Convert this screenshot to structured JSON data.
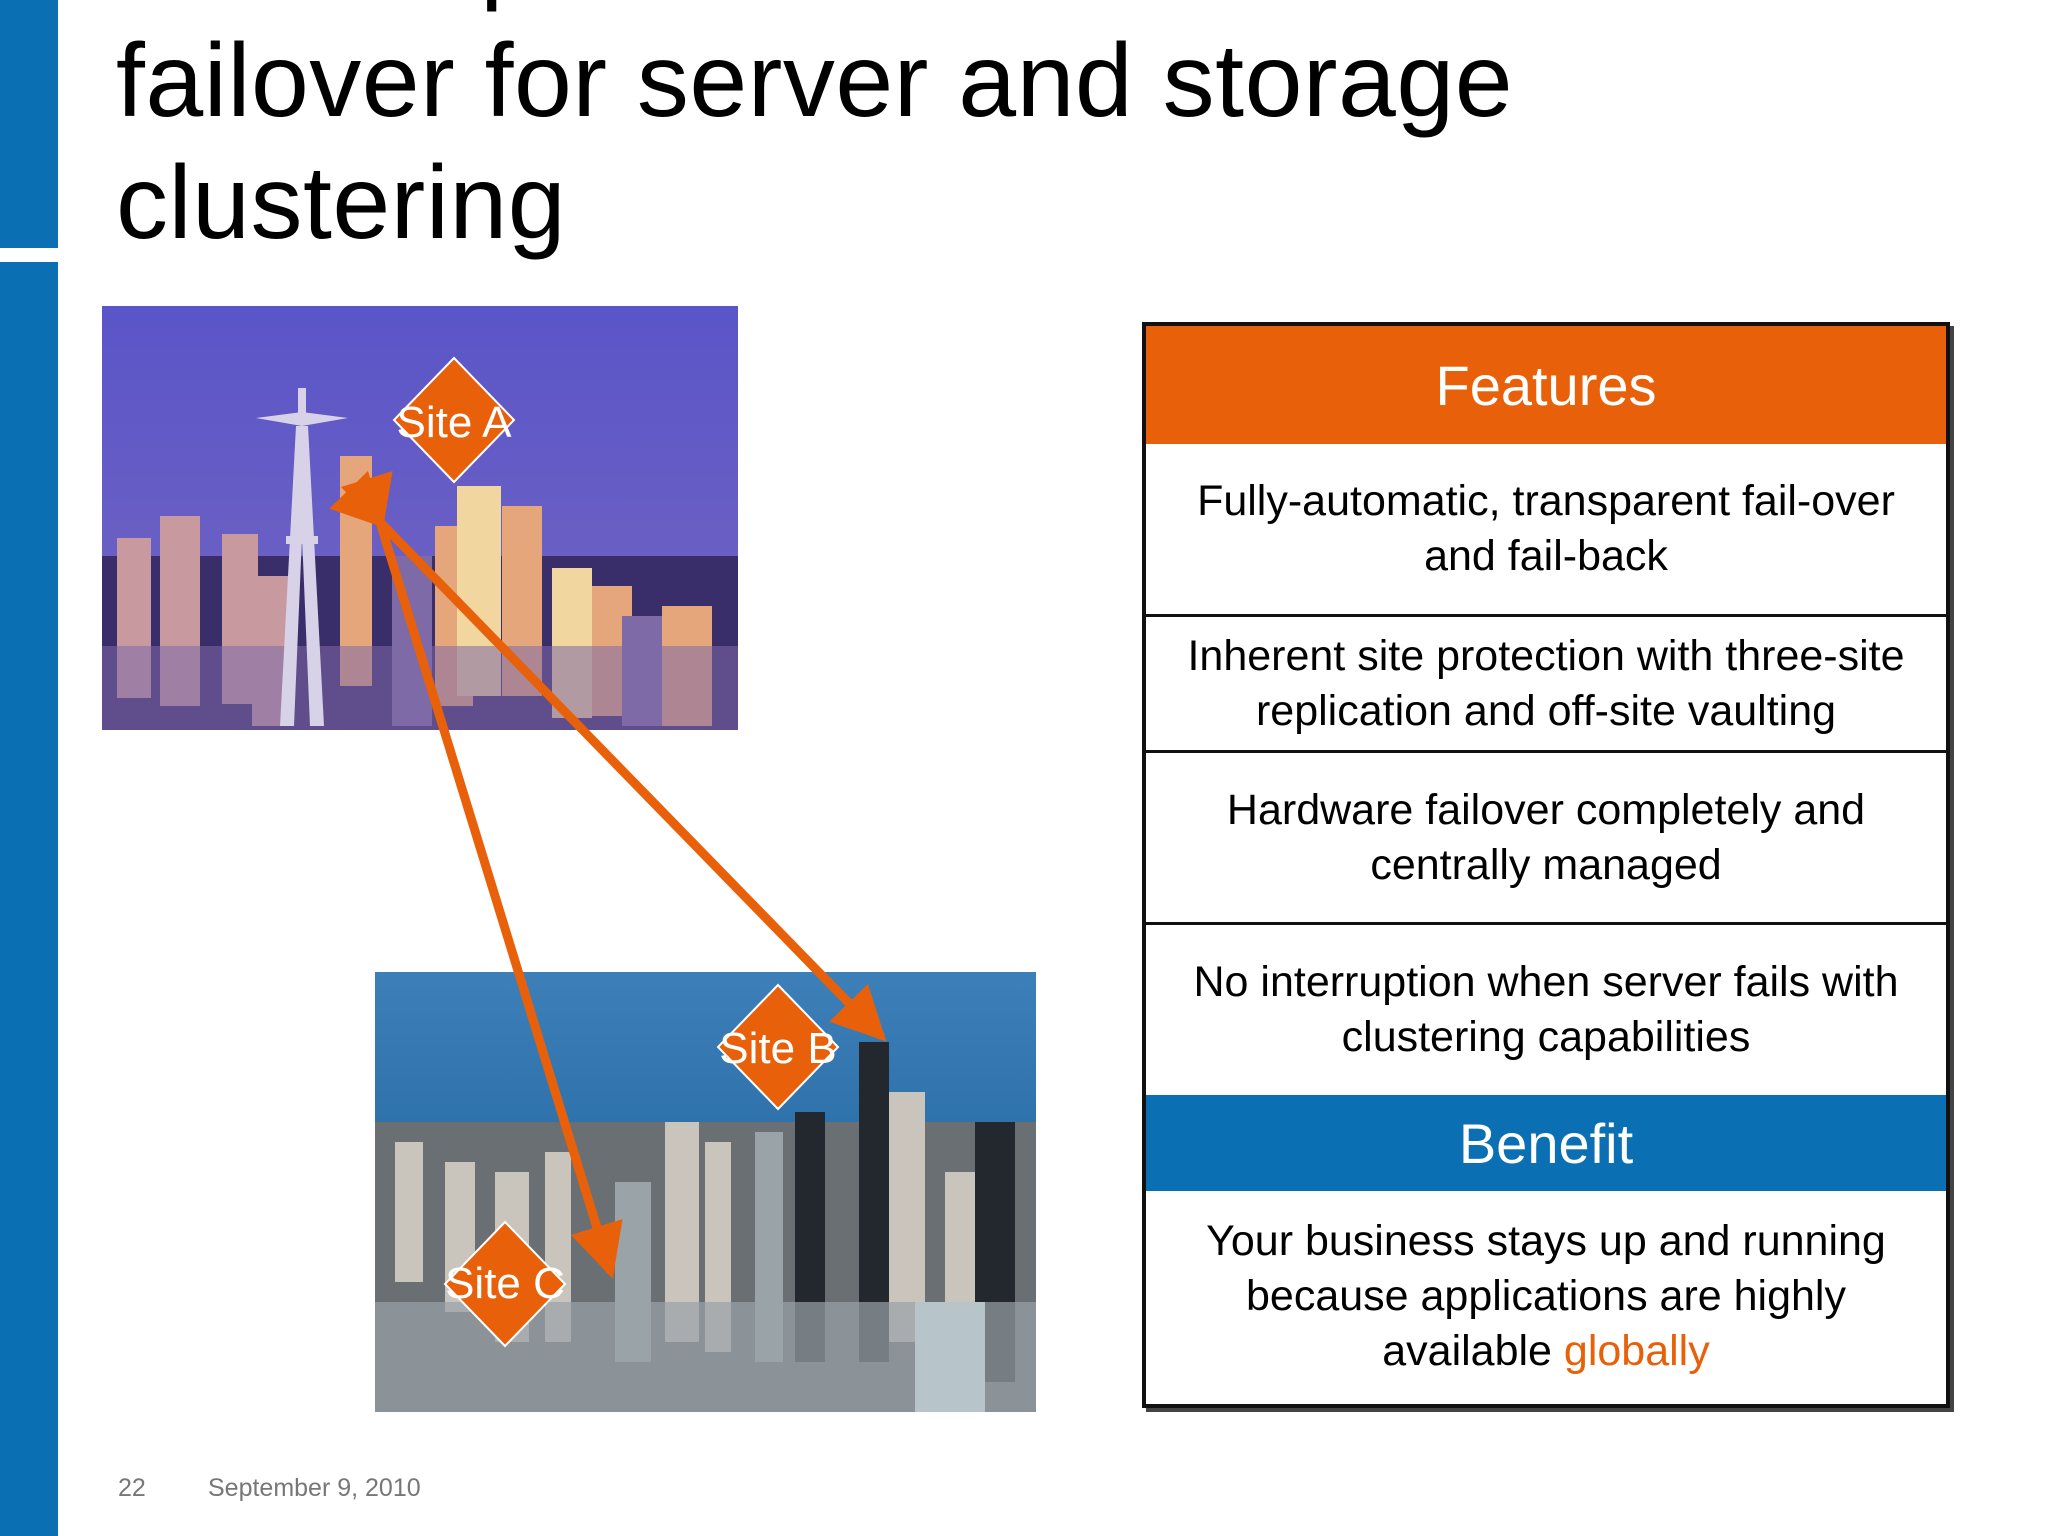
{
  "slide": {
    "title_partial_line": "Geo-dispersed",
    "title": "failover for server and storage\nclustering",
    "page_number": "22",
    "date": "September 9, 2010"
  },
  "diagram": {
    "site_a": "Site A",
    "site_b": "Site B",
    "site_c": "Site C"
  },
  "table": {
    "features_header": "Features",
    "features": [
      "Fully-automatic, transparent fail-over and fail-back",
      "Inherent site protection with three-site replication and off-site vaulting",
      "Hardware failover completely and centrally managed",
      "No interruption when server fails with clustering capabilities"
    ],
    "benefit_header": "Benefit",
    "benefit_text": "Your business stays up and running because applications are highly available",
    "benefit_highlight": "globally"
  },
  "colors": {
    "accent_blue": "#0a6fb3",
    "accent_orange": "#e8610a"
  }
}
